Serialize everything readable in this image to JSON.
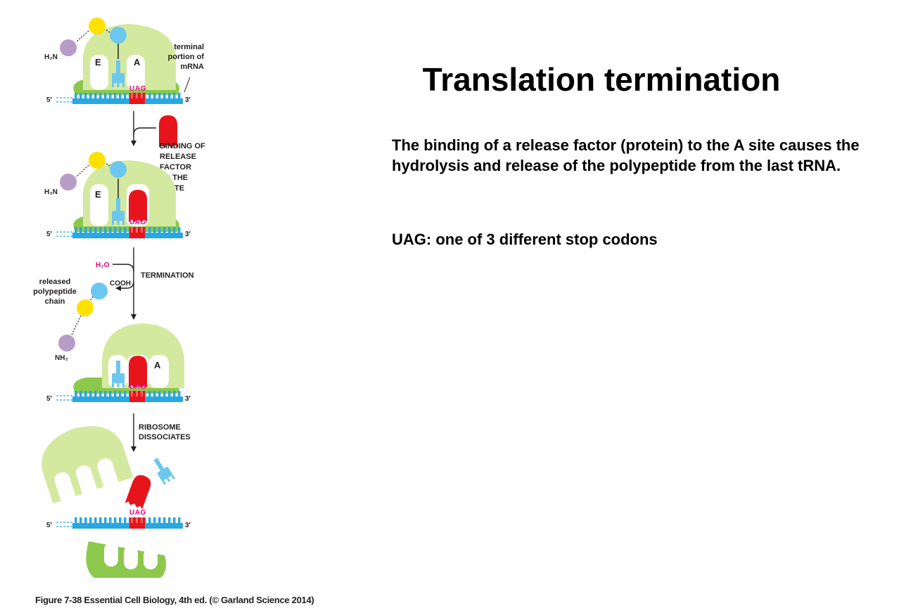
{
  "slide": {
    "title": "Translation termination",
    "body": "The binding of a release factor (protein) to the A site causes the hydrolysis and release of the polypeptide from the last tRNA.",
    "note": "UAG: one of 3 different stop codons"
  },
  "figure": {
    "caption": "Figure 7-38  Essential Cell Biology, 4th ed. (© Garland Science 2014)",
    "labels": {
      "terminal_mrna": [
        "terminal",
        "portion of",
        "mRNA"
      ],
      "binding_release_factor": [
        "BINDING OF",
        "RELEASE",
        "FACTOR",
        "TO THE",
        "A SITE"
      ],
      "termination": "TERMINATION",
      "released_chain": [
        "released",
        "polypeptide",
        "chain"
      ],
      "ribosome_dissociates": [
        "RIBOSOME",
        "DISSOCIATES"
      ],
      "h2n": "H₂N",
      "nh2": "NH₂",
      "h2o": "H₂O",
      "cooh": "COOH",
      "five_prime": "5′",
      "three_prime": "3′",
      "codon": "UAG",
      "site_e": "E",
      "site_a": "A"
    },
    "colors": {
      "ribosome_large": "#d4e9a0",
      "ribosome_small": "#8cc84b",
      "mrna": "#29a8e0",
      "trna": "#6cc7ee",
      "release_factor": "#e8141b",
      "stop_codon": "#e6007e",
      "amino_acid_yellow": "#ffe100",
      "amino_acid_purple": "#b89cc8"
    }
  }
}
